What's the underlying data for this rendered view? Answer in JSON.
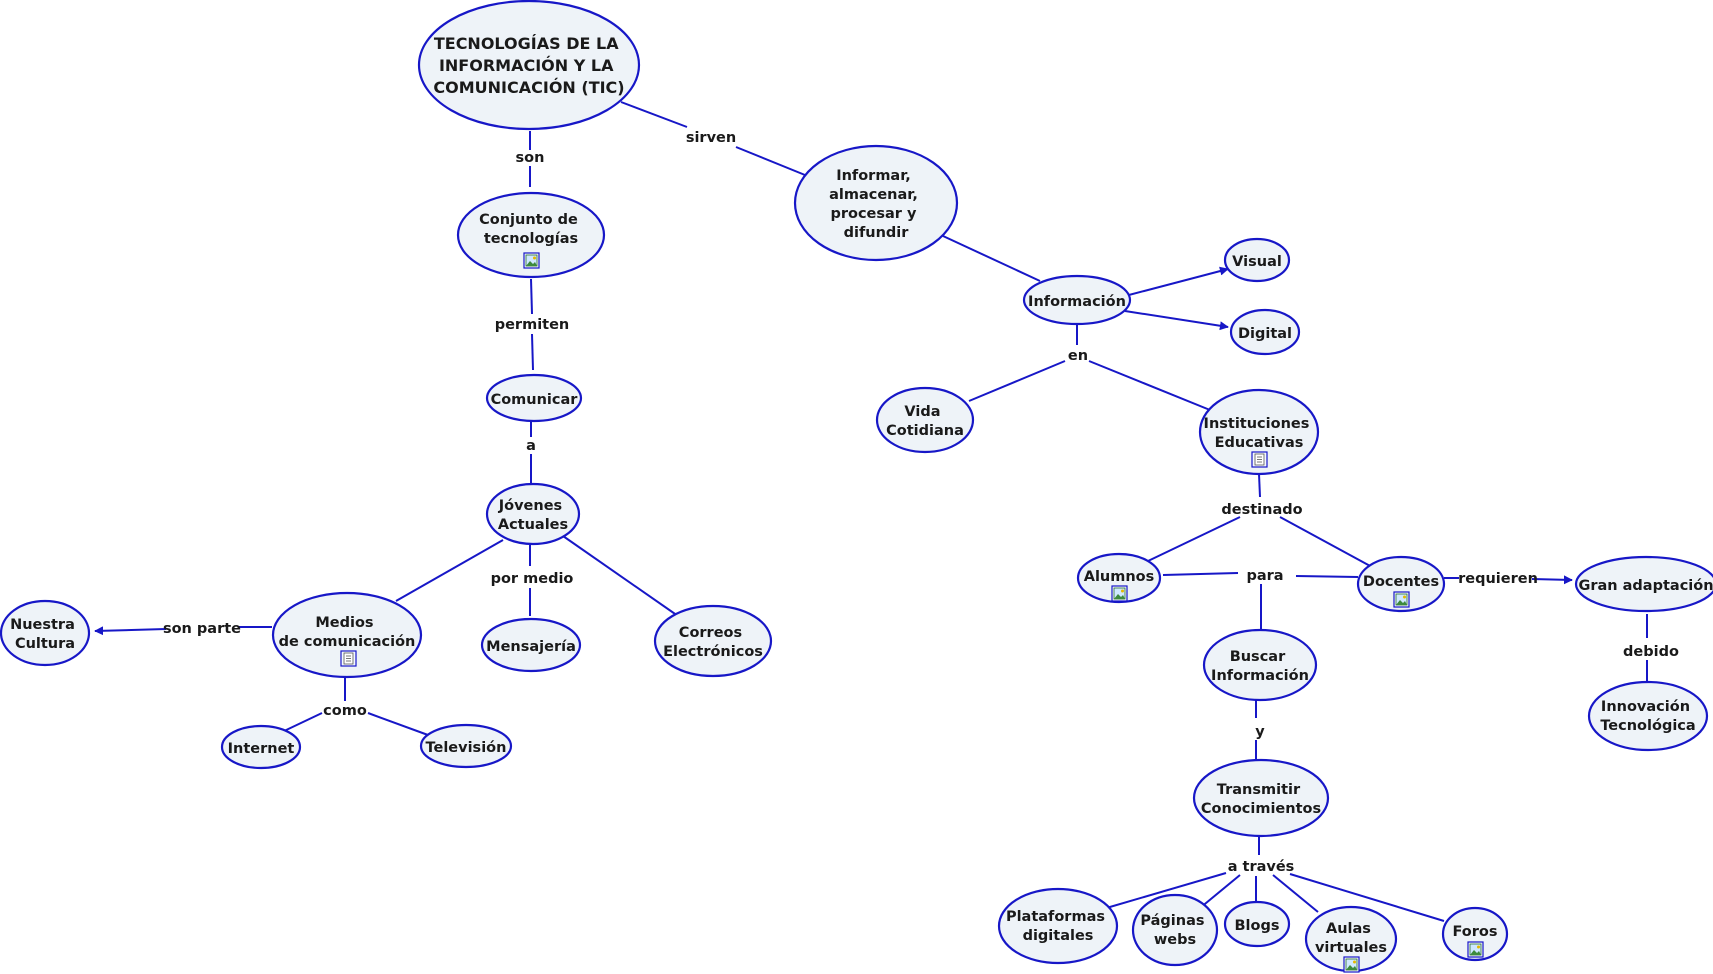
{
  "concepts": {
    "tic": [
      "TECNOLOGÍAS DE LA",
      "INFORMACIÓN Y LA",
      "COMUNICACIÓN (TIC)"
    ],
    "conjunto": [
      "Conjunto de",
      "tecnologías"
    ],
    "comunicar": [
      "Comunicar"
    ],
    "jovenes": [
      "Jóvenes",
      "Actuales"
    ],
    "medios": [
      "Medios",
      "de comunicación"
    ],
    "nuestra": [
      "Nuestra",
      "Cultura"
    ],
    "internet": [
      "Internet"
    ],
    "television": [
      "Televisión"
    ],
    "mensajeria": [
      "Mensajería"
    ],
    "correos": [
      "Correos",
      "Electrónicos"
    ],
    "informar": [
      "Informar,",
      "almacenar,",
      "procesar y",
      "difundir"
    ],
    "informacion": [
      "Información"
    ],
    "visual": [
      "Visual"
    ],
    "digital": [
      "Digital"
    ],
    "vida": [
      "Vida",
      "Cotidiana"
    ],
    "instituciones": [
      "Instituciones",
      "Educativas"
    ],
    "alumnos": [
      "Alumnos"
    ],
    "docentes": [
      "Docentes"
    ],
    "gran": [
      "Gran adaptación"
    ],
    "innovacion": [
      "Innovación",
      "Tecnológica"
    ],
    "buscar": [
      "Buscar",
      "Información"
    ],
    "transmitir": [
      "Transmitir",
      "Conocimientos"
    ],
    "plataformas": [
      "Plataformas",
      "digitales"
    ],
    "paginas": [
      "Páginas",
      "webs"
    ],
    "blogs": [
      "Blogs"
    ],
    "aulas": [
      "Aulas",
      "virtuales"
    ],
    "foros": [
      "Foros"
    ]
  },
  "links": {
    "son": "son",
    "sirven": "sirven",
    "permiten": "permiten",
    "a": "a",
    "por_medio": "por medio",
    "son_parte": "son parte",
    "como": "como",
    "en": "en",
    "destinado": "destinado",
    "para": "para",
    "requieren": "requieren",
    "debido": "debido",
    "y": "y",
    "a_traves": "a través"
  },
  "colors": {
    "line": "#1717c7",
    "node_fill": "#eef3f8",
    "text": "#1a1a1a",
    "background": "#ffffff"
  },
  "resource_icons": {
    "image": "image-icon",
    "document": "document-icon"
  }
}
